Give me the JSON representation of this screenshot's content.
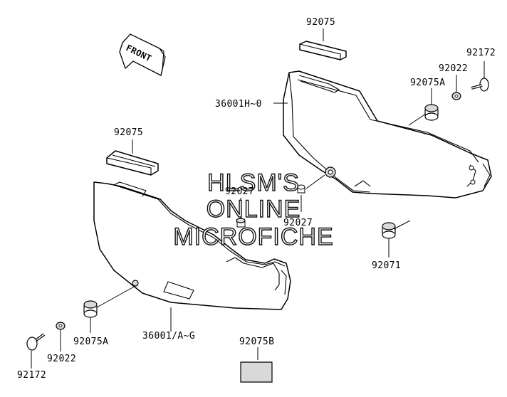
{
  "direction": {
    "label": "FRONT"
  },
  "watermark": {
    "lines": [
      "HLSM'S",
      "ONLINE",
      "MICROFICHE"
    ]
  },
  "part_numbers": {
    "strip_top_right": "92075",
    "bolt_top_right": "92172",
    "washer_top_right": "92022",
    "grommet_top_right": "92075A",
    "cover_right": "36001H~0",
    "strip_left": "92075",
    "damper_upper_small": "92027",
    "damper_lower_small": "92027",
    "grommet_right": "92071",
    "grommet_bottom_left": "92075A",
    "cover_left": "36001/A~G",
    "washer_bottom_left": "92022",
    "bolt_bottom_left": "92172",
    "strip_bottom": "92075B"
  }
}
